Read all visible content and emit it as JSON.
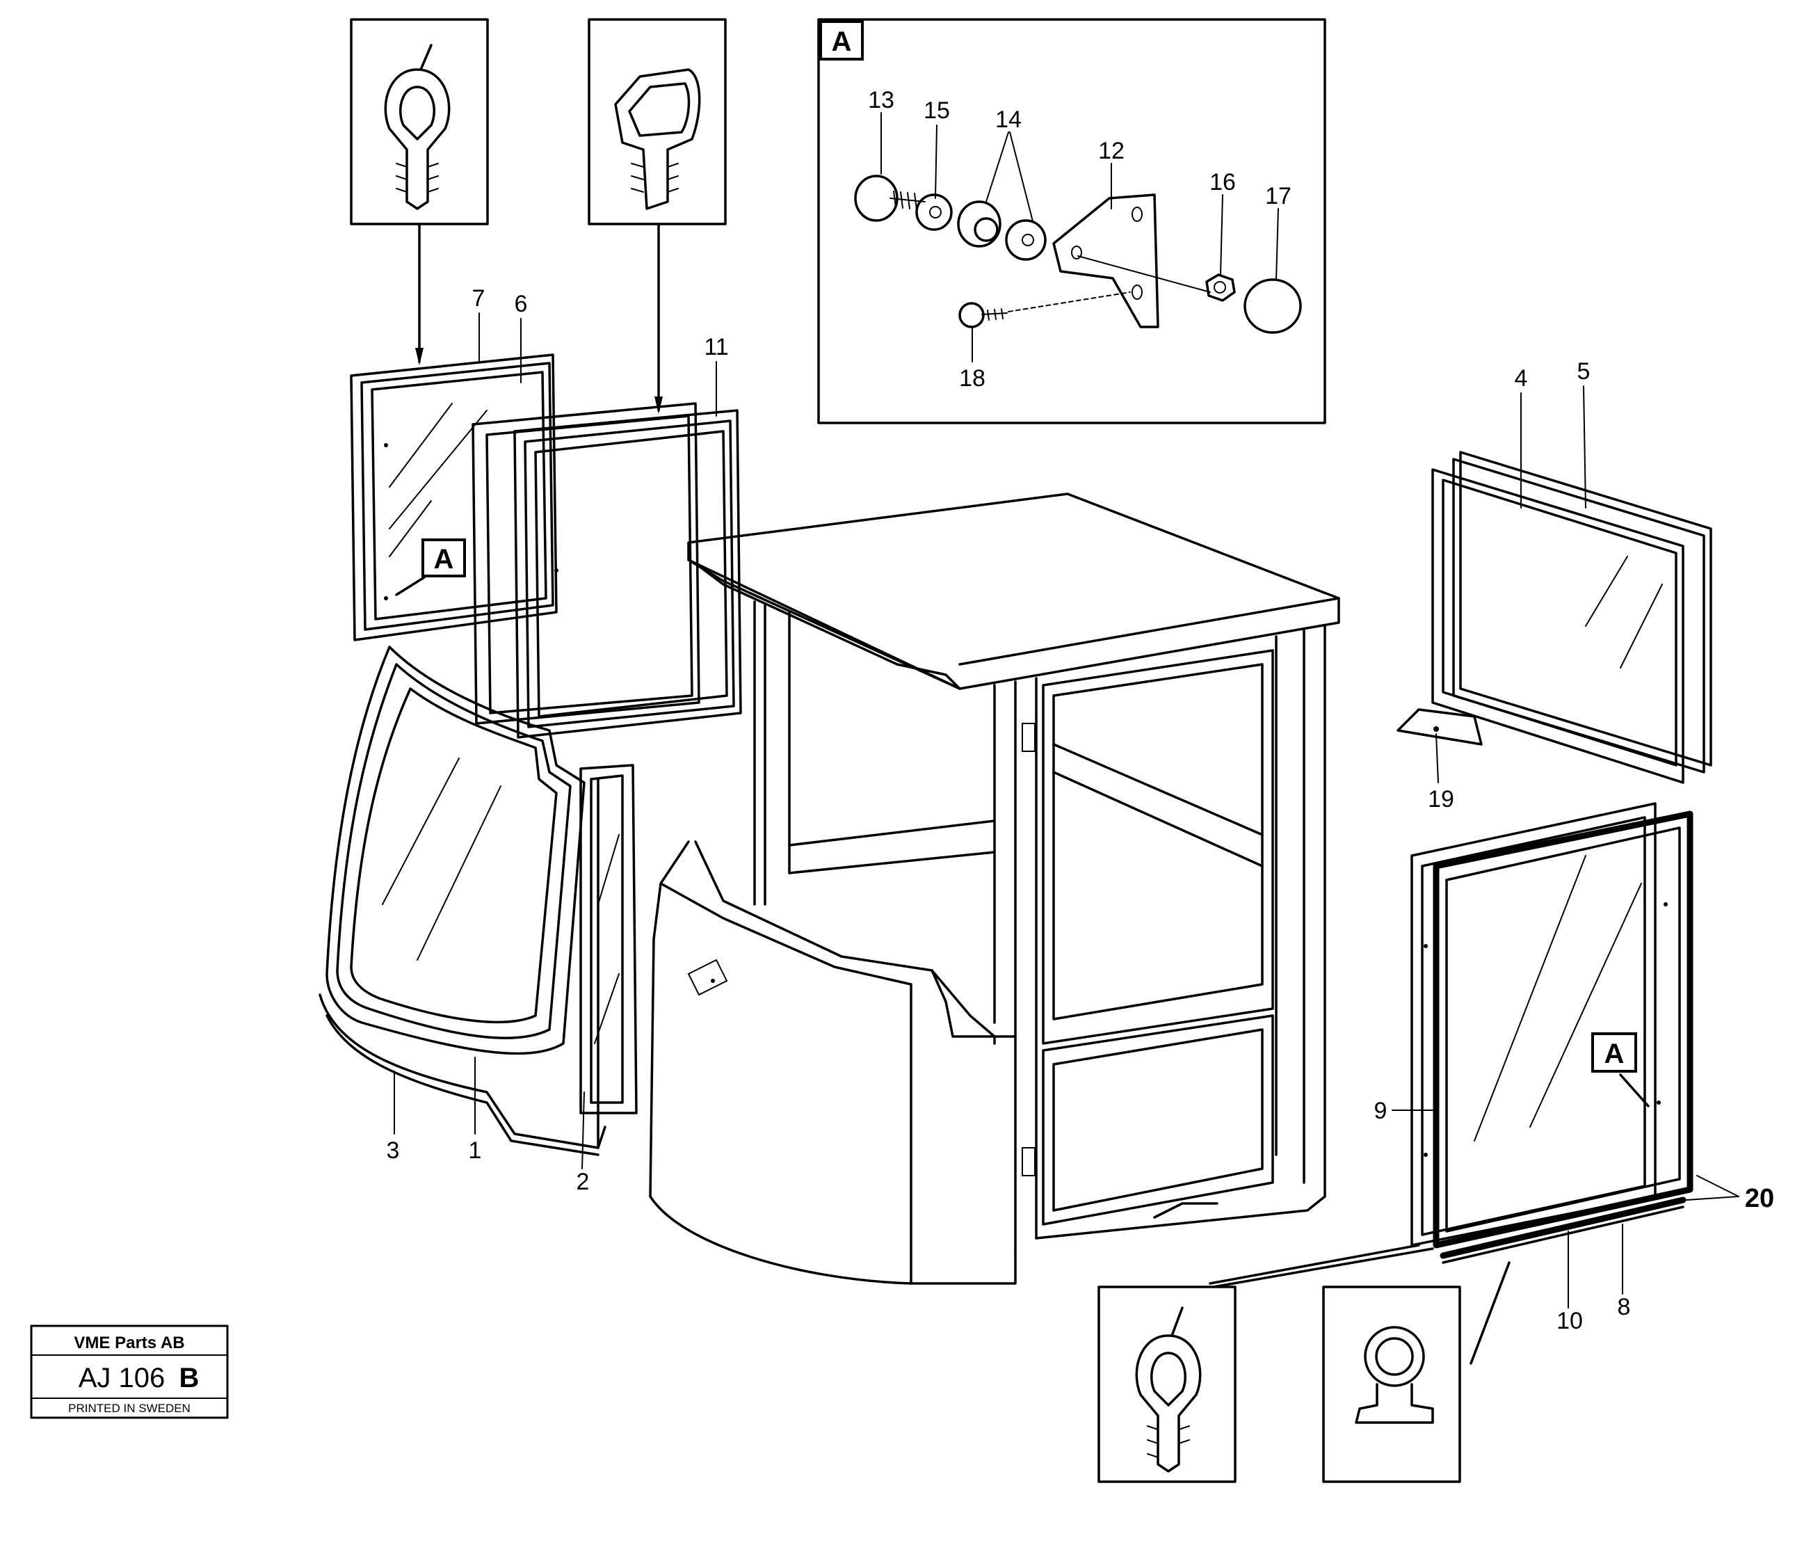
{
  "detail_label": "A",
  "callouts": [
    "1",
    "2",
    "3",
    "4",
    "5",
    "6",
    "7",
    "8",
    "9",
    "10",
    "11",
    "12",
    "13",
    "14",
    "15",
    "16",
    "17",
    "18",
    "19",
    "20"
  ],
  "stamp": {
    "company": "VME Parts AB",
    "code": "AJ 106",
    "revision": "B",
    "footer": "PRINTED IN SWEDEN"
  }
}
